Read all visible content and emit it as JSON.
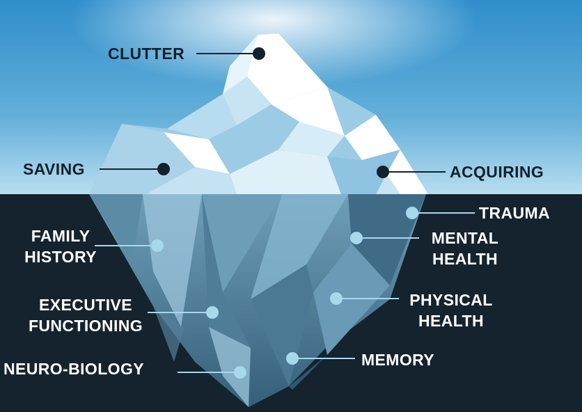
{
  "colors": {
    "sky_top": "#2f8ecb",
    "sky_bottom": "#b8ddef",
    "water": "#15232e",
    "ice_white": "#ffffff",
    "ice_light": "#d6ecf7",
    "ice_mid": "#9ccbe6",
    "dot_dark": "#12212c",
    "dot_light": "#a7d8ec",
    "label_dark": "#12212c",
    "label_light": "#ffffff"
  },
  "above_water": {
    "clutter": "CLUTTER",
    "saving": "SAVING",
    "acquiring": "ACQUIRING"
  },
  "below_water": {
    "trauma": "TRAUMA",
    "family_history": [
      "FAMILY",
      "HISTORY"
    ],
    "mental_health": [
      "MENTAL",
      "HEALTH"
    ],
    "executive_functioning": [
      "EXECUTIVE",
      "FUNCTIONING"
    ],
    "physical_health": [
      "PHYSICAL",
      "HEALTH"
    ],
    "memory": "MEMORY",
    "neuro_biology": "NEURO-BIOLOGY"
  }
}
